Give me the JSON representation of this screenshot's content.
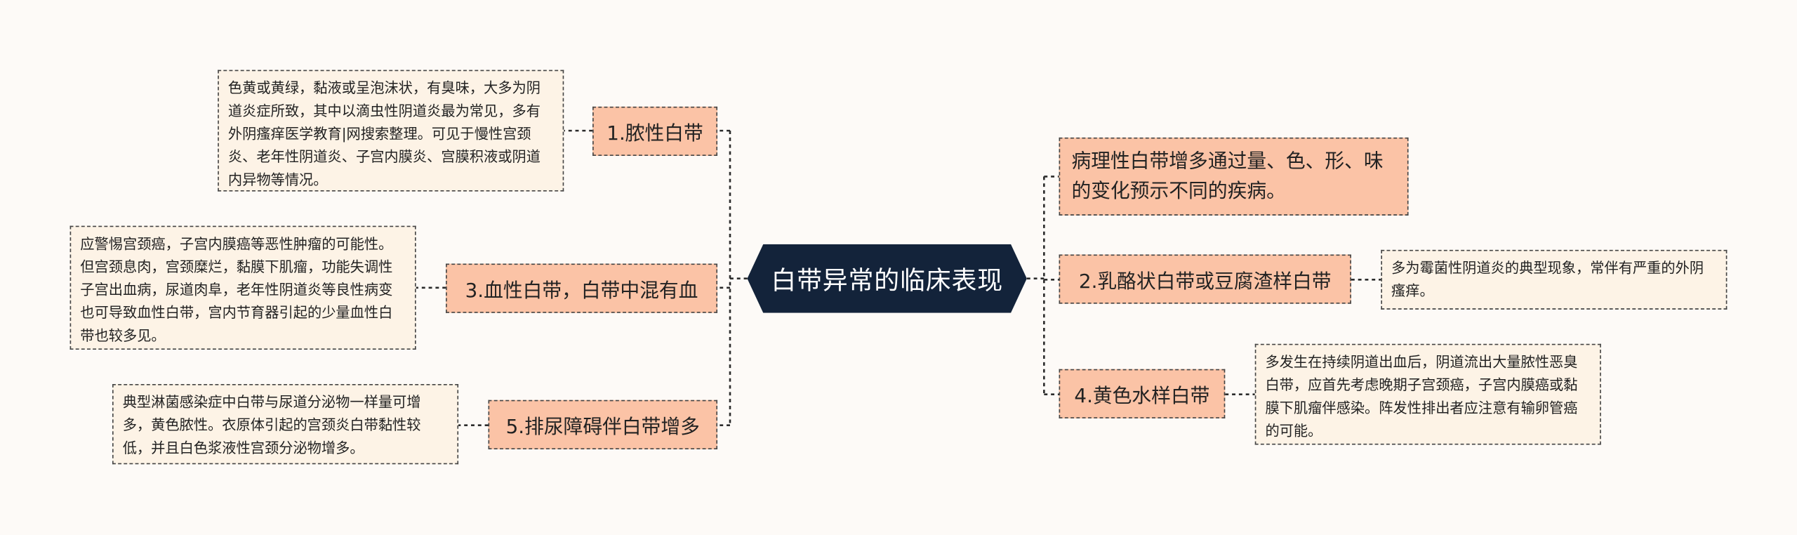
{
  "root": {
    "title": "白带异常的临床表现"
  },
  "branches": [
    {
      "label": "1.脓性白带",
      "detail": "色黄或黄绿，黏液或呈泡沫状，有臭味，大多为阴道炎症所致，其中以滴虫性阴道炎最为常见，多有外阴瘙痒医学教育|网搜索整理。可见于慢性宫颈炎、老年性阴道炎、子宫内膜炎、宫膜积液或阴道内异物等情况。"
    },
    {
      "label": "3.血性白带，白带中混有血",
      "detail": "应警惕宫颈癌，子宫内膜癌等恶性肿瘤的可能性。但宫颈息肉，宫颈糜烂，黏膜下肌瘤，功能失调性子宫出血病，尿道肉阜，老年性阴道炎等良性病变也可导致血性白带，宫内节育器引起的少量血性白带也较多见。"
    },
    {
      "label": "5.排尿障碍伴白带增多",
      "detail": "典型淋菌感染症中白带与尿道分泌物一样量可增多，黄色脓性。衣原体引起的宫颈炎白带黏性较低，并且白色浆液性宫颈分泌物增多。"
    },
    {
      "label": "病理性白带增多通过量、色、形、味的变化预示不同的疾病。"
    },
    {
      "label": "2.乳酪状白带或豆腐渣样白带",
      "detail": "多为霉菌性阴道炎的典型现象，常伴有严重的外阴瘙痒。"
    },
    {
      "label": "4.黄色水样白带",
      "detail": "多发生在持续阴道出血后，阴道流出大量脓性恶臭白带，应首先考虑晚期子宫颈癌，子宫内膜癌或黏膜下肌瘤伴感染。阵发性排出者应注意有输卵管癌的可能。"
    }
  ]
}
